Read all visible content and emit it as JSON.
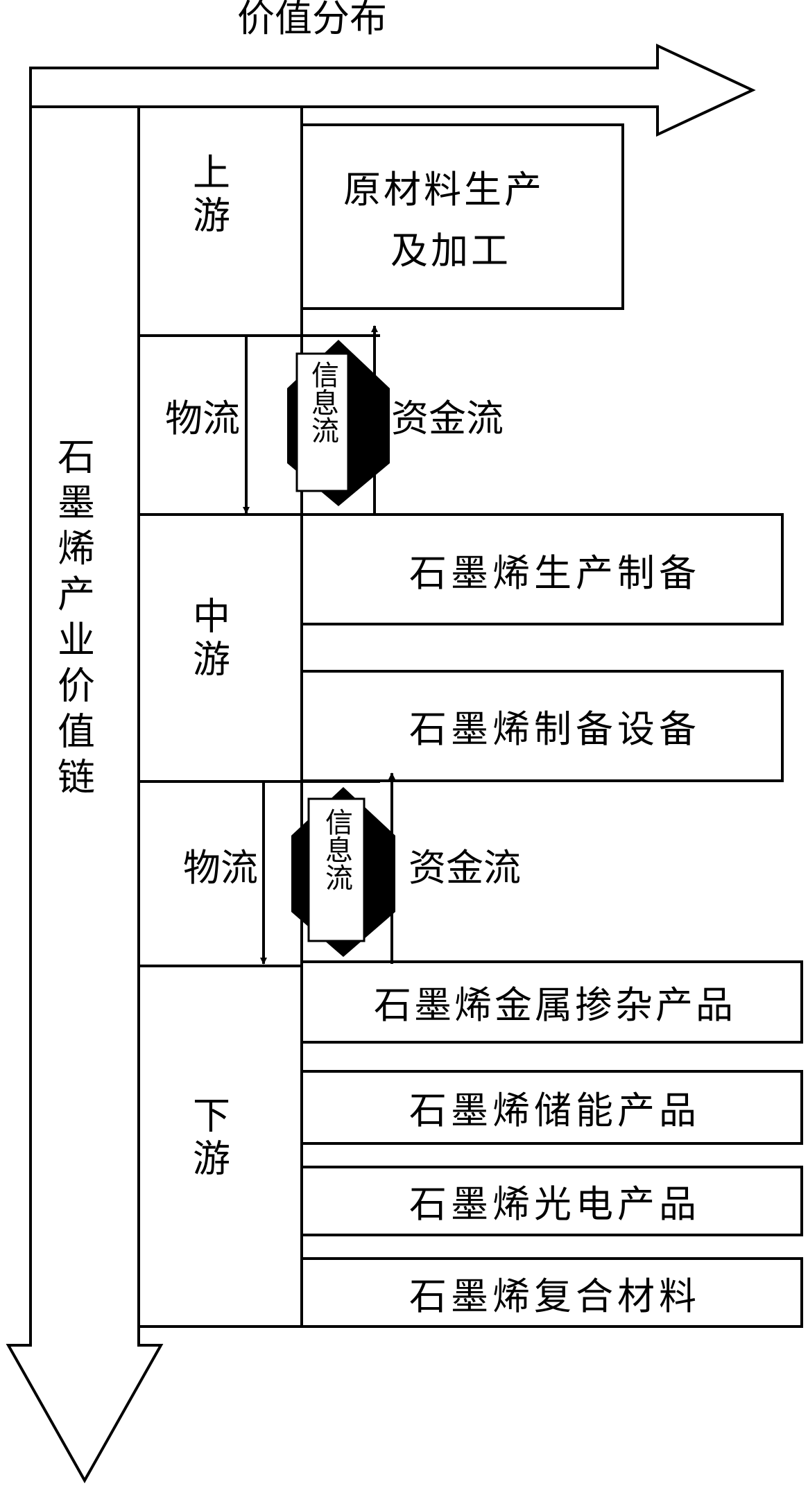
{
  "top_axis_label": "价值分布",
  "side_axis_label": "石墨烯产业价值链",
  "stages": {
    "upstream": {
      "label": "上游",
      "items": [
        "原材料生产",
        "及加工"
      ]
    },
    "midstream": {
      "label": "中游",
      "items": [
        "石墨烯生产制备",
        "石墨烯制备设备"
      ]
    },
    "downstream": {
      "label": "下游",
      "items": [
        "石墨烯金属掺杂产品",
        "石墨烯储能产品",
        "石墨烯光电产品",
        "石墨烯复合材料"
      ]
    }
  },
  "flows": {
    "logistics": "物流",
    "information": "信息流",
    "capital": "资金流"
  }
}
